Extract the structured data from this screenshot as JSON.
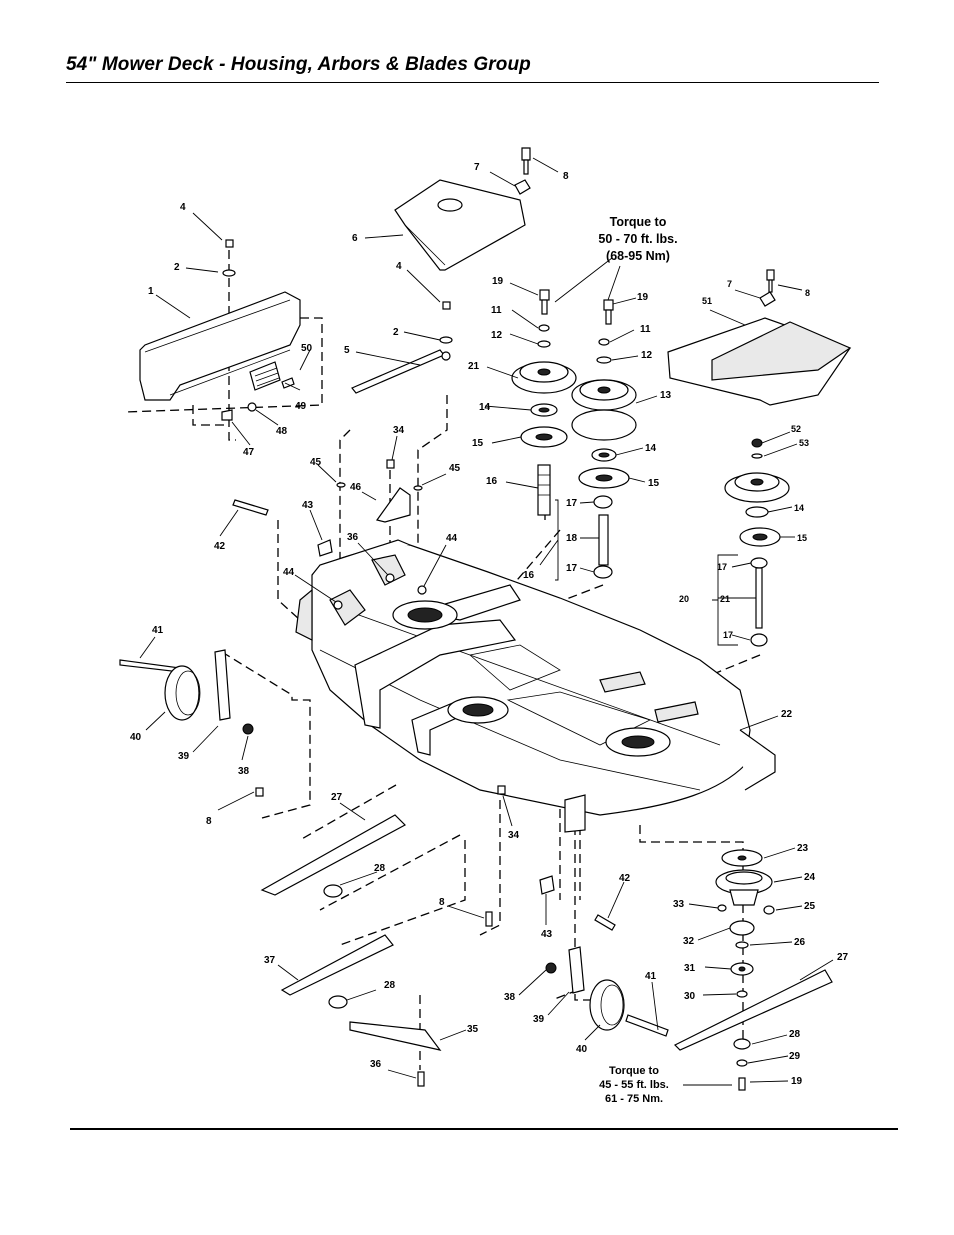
{
  "title": "54\" Mower Deck - Housing, Arbors & Blades Group",
  "notes": {
    "torque_upper": [
      "Torque to",
      "50 - 70 ft. lbs.",
      "(68-95 Nm)"
    ],
    "torque_lower": [
      "Torque to",
      "45 - 55 ft. lbs.",
      "61 - 75 Nm."
    ]
  },
  "callouts": {
    "c1": "1",
    "c2a": "2",
    "c2b": "2",
    "c4a": "4",
    "c4b": "4",
    "c5": "5",
    "c6": "6",
    "c7a": "7",
    "c7b": "7",
    "c8a": "8",
    "c8b": "8",
    "c8c": "8",
    "c8d": "8",
    "c11a": "11",
    "c11b": "11",
    "c12a": "12",
    "c12b": "12",
    "c13": "13",
    "c14a": "14",
    "c14b": "14",
    "c14c": "14",
    "c15a": "15",
    "c15b": "15",
    "c15c": "15",
    "c16a": "16",
    "c16b": "16",
    "c17a": "17",
    "c17b": "17",
    "c17c": "17",
    "c17d": "17",
    "c18": "18",
    "c19a": "19",
    "c19b": "19",
    "c19c": "19",
    "c20": "20",
    "c21a": "21",
    "c21b": "21",
    "c22": "22",
    "c23": "23",
    "c24": "24",
    "c25": "25",
    "c26": "26",
    "c27a": "27",
    "c27b": "27",
    "c28a": "28",
    "c28b": "28",
    "c28c": "28",
    "c29": "29",
    "c30": "30",
    "c31": "31",
    "c32": "32",
    "c33": "33",
    "c34a": "34",
    "c34b": "34",
    "c35": "35",
    "c36a": "36",
    "c36b": "36",
    "c37": "37",
    "c38a": "38",
    "c38b": "38",
    "c39a": "39",
    "c39b": "39",
    "c40a": "40",
    "c40b": "40",
    "c41a": "41",
    "c41b": "41",
    "c42a": "42",
    "c42b": "42",
    "c43a": "43",
    "c43b": "43",
    "c44a": "44",
    "c44b": "44",
    "c45a": "45",
    "c45b": "45",
    "c46": "46",
    "c47": "47",
    "c48": "48",
    "c49": "49",
    "c50": "50",
    "c51": "51",
    "c52": "52",
    "c53": "53"
  }
}
